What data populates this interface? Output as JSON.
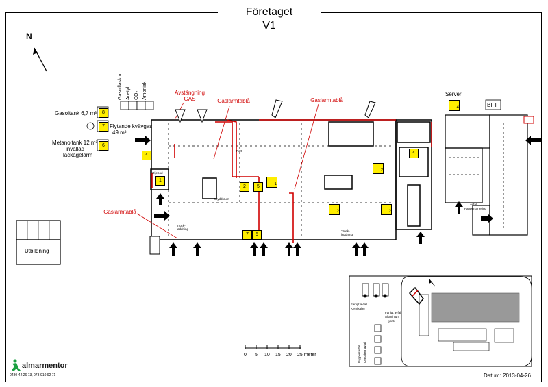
{
  "header": {
    "title": "Företaget",
    "subtitle": "V1"
  },
  "compass": {
    "label": "N"
  },
  "legend": {
    "columns": [
      "Gasolflaskor",
      "Acetyl",
      "CO₂",
      "Amoniak"
    ],
    "gasoltank": "Gasoltank 6,7 m³",
    "flytande_1": "Flytande kvävgas",
    "flytande_2": "49 m³",
    "metanol_1": "Metanoltank 12 m³",
    "metanol_2": "invallad",
    "metanol_3": "läckagelarm"
  },
  "annotations": {
    "avstangning_1": "Avstängning",
    "avstangning_2": "GAS",
    "gaslarm_a": "Gaslarmtablå",
    "gaslarm_b": "Gaslarmtablå",
    "gaslarm_c": "Gaslarmtablå",
    "server": "Server",
    "bft": "BFT",
    "utbildning": "Utbildning"
  },
  "small_labels": {
    "oljebod": "Oljebod",
    "truck_1": "Truck-laddning",
    "truck_2": "Truck-laddning",
    "port": "Port",
    "skydd": "Skyddsrum",
    "pappers_1": "Avfall",
    "pappers_2": "Pappersortering"
  },
  "inset": {
    "farligt_kem_1": "Farligt avfall",
    "farligt_kem_2": "Kemikalier",
    "farligt_alu_1": "Farligt avfall",
    "farligt_alu_2": "Aluminium",
    "farligt_alu_3": "lysrör",
    "pappers_1": "Pappersavfall",
    "pappers_2": "Container avfall"
  },
  "scale": {
    "ticks": [
      "0",
      "5",
      "10",
      "15",
      "20",
      "25 meter"
    ]
  },
  "footer": {
    "date": "Datum:  2013-04-26",
    "brand": "almarmentor",
    "phone": "0480-42 26 13, 073-910 92 71"
  },
  "markers": {
    "m1": "1",
    "m2": "2",
    "m4": "4",
    "m5": "5",
    "m6": "6",
    "m7": "7",
    "m8": "8",
    "mp1": "1",
    "mp2": "2",
    "mp3": "2",
    "mp4": "2",
    "mp5": "2",
    "mp6": "4"
  },
  "colors": {
    "alarm": "#d00000",
    "marker": "#ffee00",
    "building_fill": "#999999"
  }
}
